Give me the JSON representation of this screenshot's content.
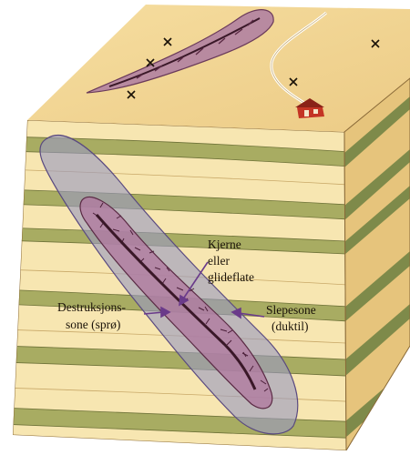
{
  "labels": {
    "core_line1": "Kjerne",
    "core_line2": "eller",
    "core_line3": "glideflate",
    "brittle_line1": "Destruksjons-",
    "brittle_line2": "sone (sprø)",
    "ductile_line1": "Slepesone",
    "ductile_line2": "(duktil)"
  },
  "colors": {
    "top_surface": "#f2d694",
    "layer_light": "#f7e6b1",
    "layer_green": "#a8ac62",
    "side_light": "#e6c47c",
    "side_green": "#7e8a4a",
    "ductile_zone": "#9a9ac0",
    "brittle_zone": "#b07aa0",
    "core_line": "#3a1828",
    "arrow": "#6a3a8a",
    "house": "#c43424",
    "road": "#ffffff"
  },
  "icons": [
    "cross-symbol",
    "house-icon",
    "road-path"
  ]
}
